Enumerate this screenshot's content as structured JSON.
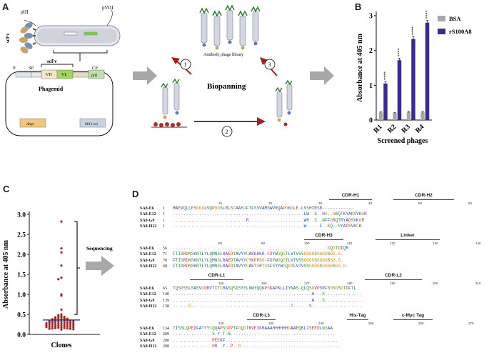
{
  "panels": {
    "A": "A",
    "B": "B",
    "C": "C",
    "D": "D"
  },
  "panel_a": {
    "labels": {
      "piii": "pIII",
      "pviii": "pVIII",
      "scfv_vertical": "scFv",
      "scfv_phagemid": "scFv",
      "phagemid": "Phagemid",
      "p": "P",
      "sp": "SP",
      "vh": "VH",
      "vl": "VL",
      "cp": "CP",
      "piii_box": "pIII",
      "amp": "Amp",
      "m13ori": "M13 ori",
      "library": "Antibody phage library",
      "biopanning": "Biopanning",
      "step1": "1",
      "step2": "2",
      "step3": "3"
    }
  },
  "chart_data": [
    {
      "type": "bar",
      "panel": "B",
      "categories": [
        "R1",
        "R2",
        "R3",
        "R4"
      ],
      "series": [
        {
          "name": "BSA",
          "color": "#a8a8a8",
          "values": [
            0.22,
            0.2,
            0.23,
            0.22
          ],
          "errors": [
            0.02,
            0.02,
            0.02,
            0.03
          ]
        },
        {
          "name": "rS100A8",
          "color": "#3d2a8a",
          "values": [
            1.05,
            1.72,
            2.33,
            2.8
          ],
          "errors": [
            0.06,
            0.06,
            0.07,
            0.07
          ]
        }
      ],
      "significance": [
        "****",
        "****",
        "****",
        "****"
      ],
      "xlabel": "Screened phages",
      "ylabel": "Absorbance at 405 nm",
      "ylim": [
        0,
        3
      ],
      "yticks": [
        0,
        1,
        2,
        3
      ]
    },
    {
      "type": "scatter",
      "panel": "C",
      "xlabel": "Clones",
      "ylabel": "Absorbance at 405 nm",
      "ylim": [
        0,
        3
      ],
      "yticks": [
        "0.0",
        "0.5",
        "1.0",
        "1.5",
        "2.0",
        "2.5",
        "3.0"
      ],
      "mean_line": 0.36,
      "bracket_label": "Sequencing",
      "points": [
        2.82,
        2.15,
        2.05,
        1.72,
        1.42,
        1.38,
        1.0,
        0.97,
        0.62,
        0.5,
        0.48,
        0.46,
        0.45,
        0.44,
        0.43,
        0.42,
        0.41,
        0.4,
        0.4,
        0.39,
        0.38,
        0.37,
        0.36,
        0.36,
        0.35,
        0.35,
        0.34,
        0.34,
        0.33,
        0.33,
        0.32,
        0.32,
        0.31,
        0.31,
        0.3,
        0.3,
        0.29,
        0.29,
        0.28,
        0.28,
        0.27,
        0.27,
        0.26,
        0.26,
        0.25,
        0.25,
        0.24,
        0.24,
        0.23,
        0.23,
        0.22,
        0.22,
        0.21,
        0.21,
        0.2,
        0.2,
        0.19,
        0.19,
        0.18,
        0.18,
        0.17,
        0.17,
        0.16,
        0.16,
        0.15,
        0.15,
        0.14,
        0.14,
        0.13,
        0.12
      ]
    }
  ],
  "panel_d": {
    "blocks": [
      {
        "regions": [
          {
            "label": "CDR-H1"
          },
          {
            "label": "CDR-H2"
          }
        ],
        "ruler": [
          "10",
          "20",
          "30",
          "40",
          "50",
          "60"
        ],
        "rows": [
          {
            "name": "SA8-E6",
            "num": "1",
            "seq": "MAEVQLLESGGGLVQPGGSLRLSCAASGFTFSSVAMSWVRQAPGKGLE-LVSHIRSR------------"
          },
          {
            "name": "SA8-E12",
            "num": "1",
            "seq": "..................................................LW..S..HG..GKQTKYADSVKGR"
          },
          {
            "name": "SA8-G9",
            "num": "1",
            "seq": "............................R.....................WR..S..NFFGRQTRYADSVKGR"
          },
          {
            "name": "SA8-H12",
            "num": "1",
            "seq": "..................................................W.....F..EQ--SYADSVKGR"
          }
        ]
      },
      {
        "regions": [
          {
            "label": "CDR-H3"
          },
          {
            "label": "Linker"
          }
        ],
        "ruler": [
          "80",
          "90",
          "100",
          "110",
          "120",
          "130",
          "140"
        ],
        "rows": [
          {
            "name": "SA8-E6",
            "num": "56",
            "seq": "...........................................................GQGTDIQM"
          },
          {
            "name": "SA8-E12",
            "num": "71",
            "seq": "FTISRDNSKNTLYLQMNSLRAEDTAVYYCAKKHKR-FDYWGQGTLVTVSSGGGGSGGGGSGG.G."
          },
          {
            "name": "SA8-G9",
            "num": "70",
            "seq": "FTISRDNSKNTLYLQMNSLRAEDTAVYYCYKPPSG-FDYWGQGTLVTVSSGGGGSGGGGSGG.G."
          },
          {
            "name": "SA8-H12",
            "num": "68",
            "seq": "FTISRDNSKNTLYLQMNSLRAEDTAVYYCAKTGRTGSFSYYWGQGTLVTVSSGGGGSGGGGSGG.G."
          }
        ]
      },
      {
        "regions": [
          {
            "label": "CDR-L1"
          },
          {
            "label": "CDR-L2"
          }
        ],
        "ruler": [
          "150",
          "160",
          "170",
          "180",
          "190",
          "200",
          "210"
        ],
        "rows": [
          {
            "name": "SA8-E6",
            "num": "65",
            "seq": "TQSPSSLSASVGDRVTITCRASQSISSYLNWYQQKPGKAPKLLIYNAS-QLQSGVPSRFSGSGSGTDFTL"
          },
          {
            "name": "SA8-E12",
            "num": "140",
            "seq": ".....................................................A...S.............."
          },
          {
            "name": "SA8-G9",
            "num": "139",
            "seq": ".....................................................A...S.............."
          },
          {
            "name": "SA8-H12",
            "num": "138",
            "seq": "......G......................................T......S..................."
          }
        ]
      },
      {
        "regions": [
          {
            "label": "CDR-L3"
          },
          {
            "label": "His-Tag"
          },
          {
            "label": "c-Myc Tag"
          }
        ],
        "ruler": [
          "220",
          "230",
          "240",
          "250",
          "260",
          "270"
        ],
        "rows": [
          {
            "name": "SA8-E6",
            "num": "134",
            "seq": "TISSLQPEDFATYYCQQAPSGPPTFGQGTKVEIKRAAAHHHHHHGAAEQKLISEEDLNGAA"
          },
          {
            "name": "SA8-E12",
            "num": "209",
            "seq": "...............S.Y.T.N........................................"
          },
          {
            "name": "SA8-G9",
            "num": "208",
            "seq": "...............PEEKF..........................................."
          },
          {
            "name": "SA8-H12",
            "num": "208",
            "seq": "...............DR..Y..P..G......................................"
          }
        ]
      }
    ]
  }
}
